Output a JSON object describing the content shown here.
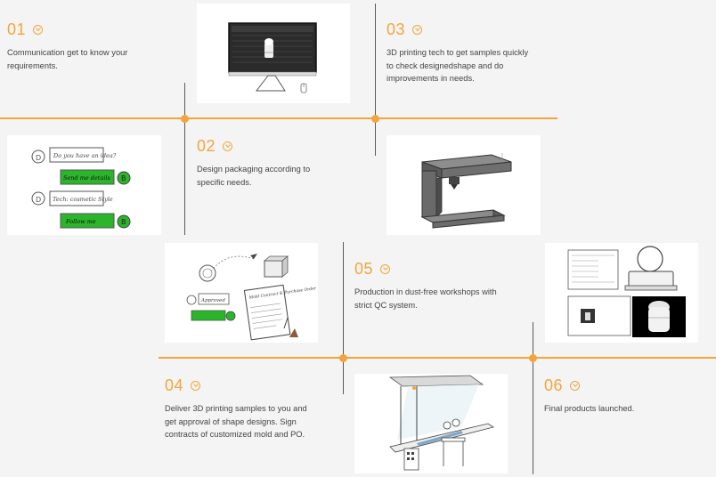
{
  "steps": [
    {
      "number": "01",
      "text": "Communication get to know your requirements."
    },
    {
      "number": "02",
      "text": "Design packaging according to specific needs."
    },
    {
      "number": "03",
      "text": "3D printing tech to get samples quickly to check designedshape and do improvements in needs."
    },
    {
      "number": "04",
      "text": "Deliver 3D printing samples to you and get approval of shape designs. Sign contracts of customized mold and PO."
    },
    {
      "number": "05",
      "text": "Production in dust-free workshops with strict QC system."
    },
    {
      "number": "06",
      "text": "Final products launched."
    }
  ],
  "sketch_notes": {
    "chat_bubble_1": "Do you have an idea?",
    "chat_bubble_2": "Send me details",
    "chat_bubble_3": "Tech: cosmetic Style",
    "chat_bubble_4": "Follow me",
    "badge_letter": "B",
    "avatar_letter": "D",
    "doc_title": "Mold Contract & Purchase Order",
    "doc_chat": "Approved"
  },
  "colors": {
    "accent": "#f3a53c",
    "line": "#5b5b5b",
    "chat_green": "#2bb52b"
  }
}
